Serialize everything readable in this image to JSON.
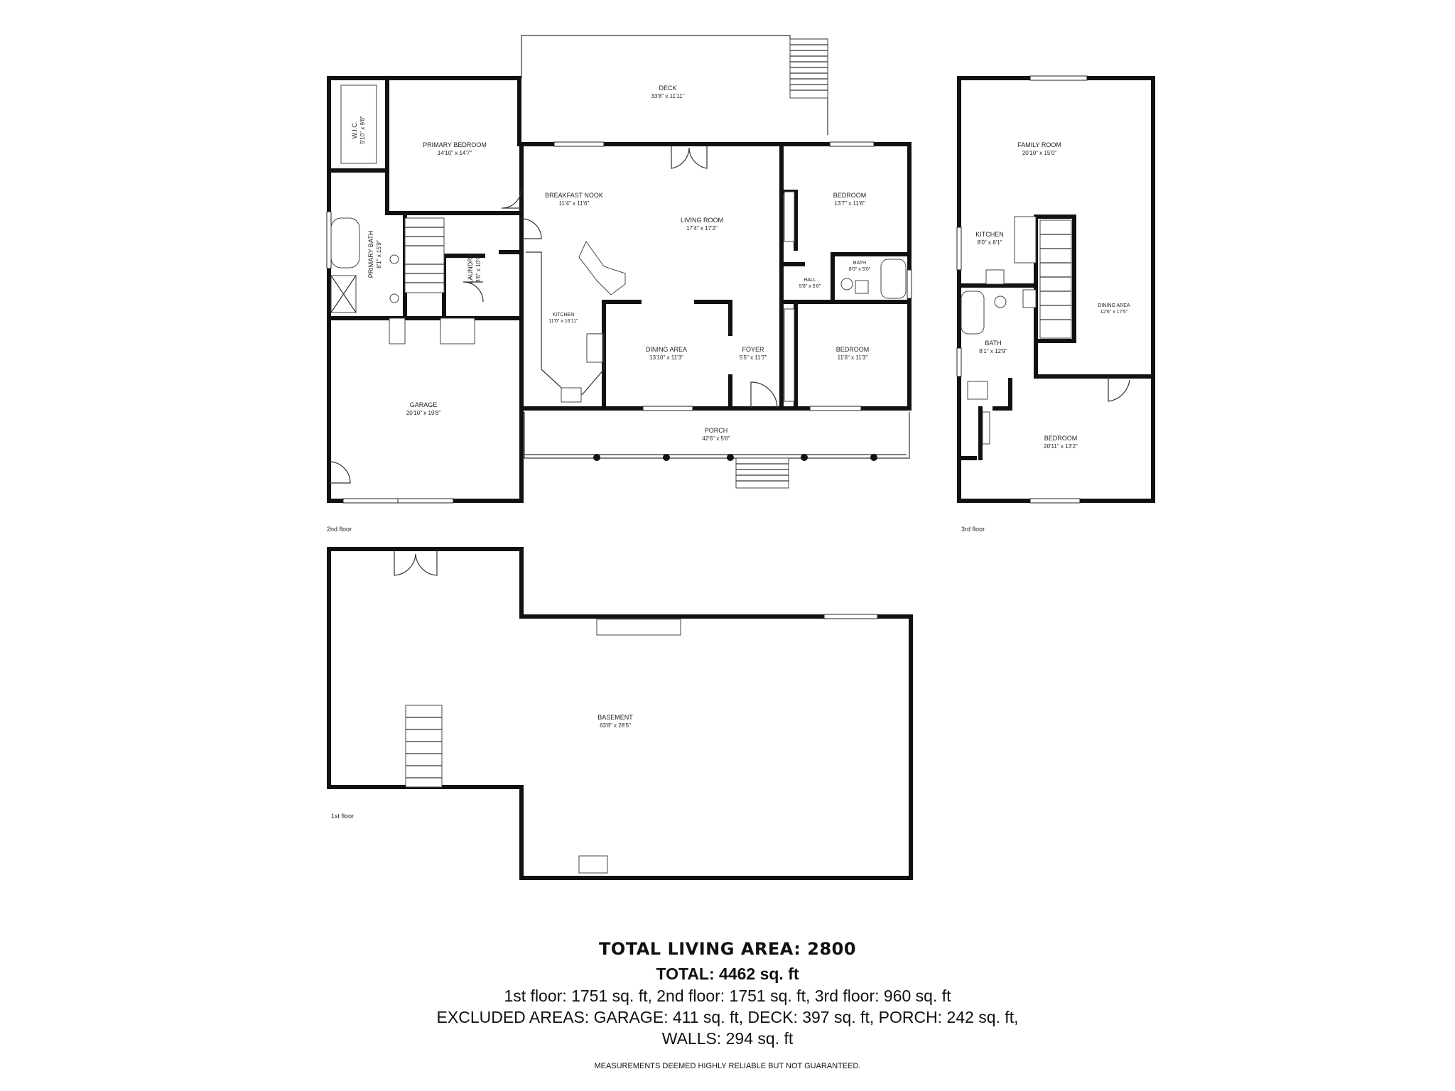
{
  "floors": {
    "second": {
      "label": "2nd floor",
      "rooms": {
        "deck": {
          "name": "DECK",
          "dim": "33'8\" x 11'11\""
        },
        "wic": {
          "name": "W.I.C.",
          "dim": "5'10\" x 9'8\""
        },
        "primary_bedroom": {
          "name": "PRIMARY BEDROOM",
          "dim": "14'10\" x 14'7\""
        },
        "breakfast_nook": {
          "name": "BREAKFAST NOOK",
          "dim": "11'4\" x 11'6\""
        },
        "living_room": {
          "name": "LIVING ROOM",
          "dim": "17'4\" x 17'2\""
        },
        "bedroom_a": {
          "name": "BEDROOM",
          "dim": "13'7\" x 11'6\""
        },
        "primary_bath": {
          "name": "PRIMARY BATH",
          "dim": "8'1\" x 15'9\""
        },
        "laundry": {
          "name": "LAUNDRY",
          "dim": "8'6\" x 10'9\""
        },
        "bath": {
          "name": "BATH",
          "dim": "8'0\" x 5'0\""
        },
        "hall": {
          "name": "HALL",
          "dim": "5'8\" x 5'0\""
        },
        "kitchen": {
          "name": "KITCHEN",
          "dim": "11'0\" x 16'11\""
        },
        "dining_area": {
          "name": "DINING AREA",
          "dim": "13'10\" x 11'3\""
        },
        "foyer": {
          "name": "FOYER",
          "dim": "5'5\" x 11'7\""
        },
        "bedroom_b": {
          "name": "BEDROOM",
          "dim": "11'6\" x 11'3\""
        },
        "garage": {
          "name": "GARAGE",
          "dim": "20'10\" x 19'8\""
        },
        "porch": {
          "name": "PORCH",
          "dim": "42'6\" x 5'6\""
        }
      }
    },
    "third": {
      "label": "3rd floor",
      "rooms": {
        "family_room": {
          "name": "FAMILY ROOM",
          "dim": "20'10\" x 15'0\""
        },
        "kitchen": {
          "name": "KITCHEN",
          "dim": "8'0\" x 8'1\""
        },
        "dining_area": {
          "name": "DINING AREA",
          "dim": "12'6\" x 17'5\""
        },
        "bath": {
          "name": "BATH",
          "dim": "8'1\" x 12'9\""
        },
        "bedroom": {
          "name": "BEDROOM",
          "dim": "20'11\" x 13'2\""
        }
      }
    },
    "first": {
      "label": "1st floor",
      "rooms": {
        "basement": {
          "name": "BASEMENT",
          "dim": "63'8\" x 28'5\""
        }
      }
    }
  },
  "summary": {
    "living_area": "TOTAL LIVING AREA: 2800",
    "total": "TOTAL: 4462 sq. ft",
    "floors_line": "1st floor: 1751 sq. ft, 2nd floor: 1751 sq. ft, 3rd floor: 960 sq. ft",
    "excluded_line": "EXCLUDED AREAS: GARAGE: 411 sq. ft, DECK: 397 sq. ft, PORCH: 242 sq. ft,",
    "walls_line": "WALLS: 294 sq. ft",
    "disclaimer": "MEASUREMENTS DEEMED HIGHLY RELIABLE BUT NOT GUARANTEED."
  }
}
